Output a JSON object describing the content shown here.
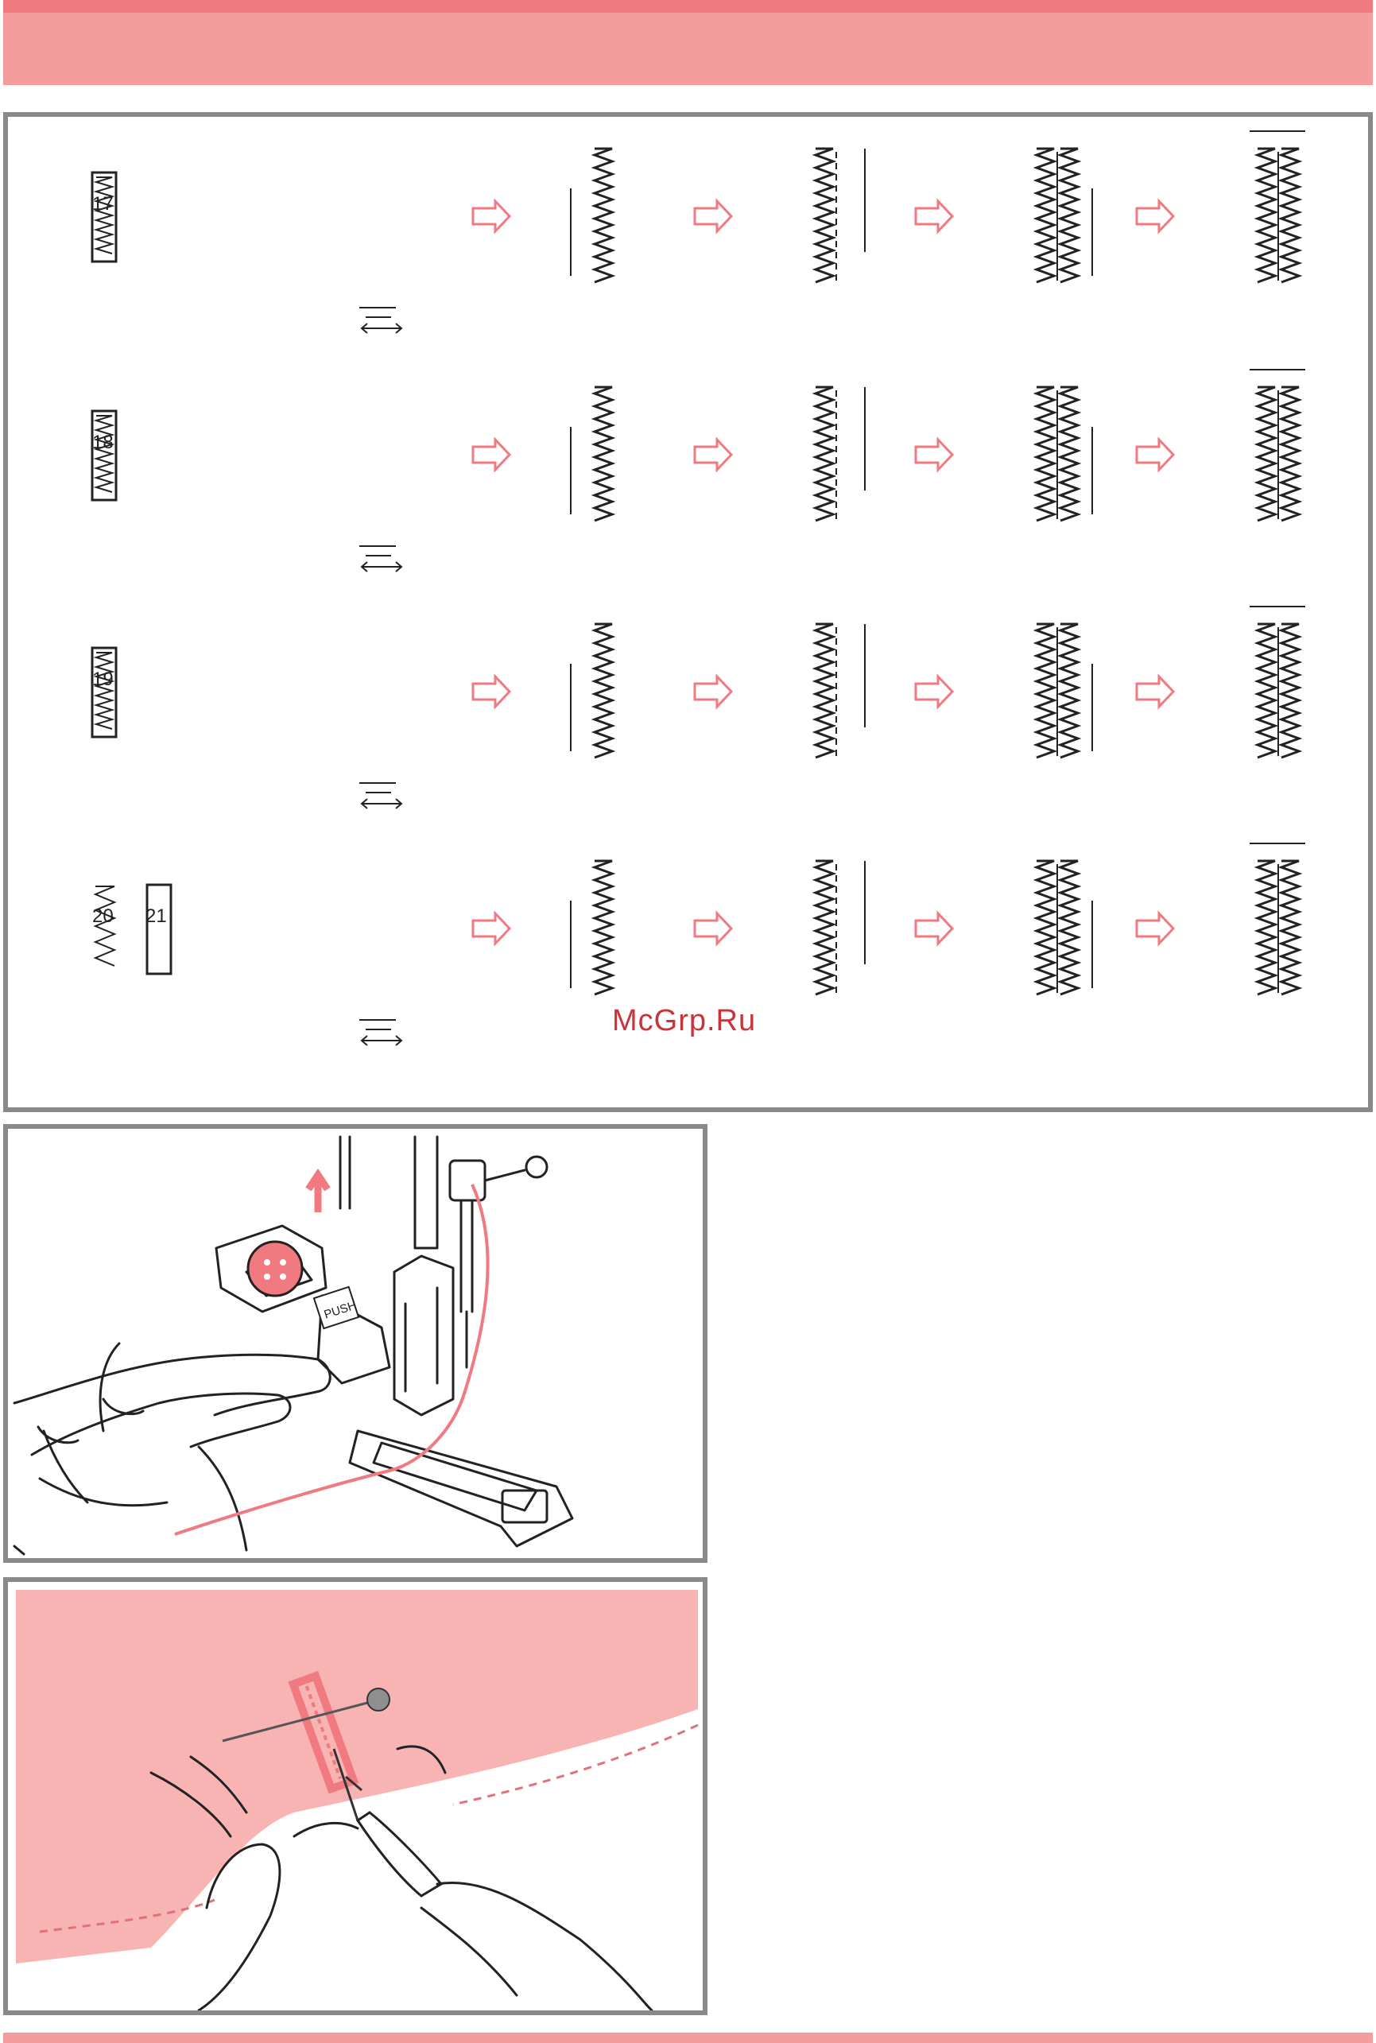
{
  "colors": {
    "header": "#f59c9c",
    "header_top": "#f07a80",
    "frame": "#8a8a8a",
    "accent": "#f07a80",
    "fabric": "#f8b3b3",
    "line": "#222222"
  },
  "stitch_chart": {
    "rows": [
      {
        "number": "17",
        "shape": "bar-tack-bar-tack"
      },
      {
        "number": "18",
        "shape": "round-end"
      },
      {
        "number": "19",
        "shape": "keyhole"
      },
      {
        "number": "20",
        "second_number": "21",
        "shape": "stretch"
      }
    ],
    "arrow_icon": "right-arrow-icon"
  },
  "foot_illustration": {
    "push_label": "PUSH"
  },
  "watermark": "McGrp.Ru"
}
